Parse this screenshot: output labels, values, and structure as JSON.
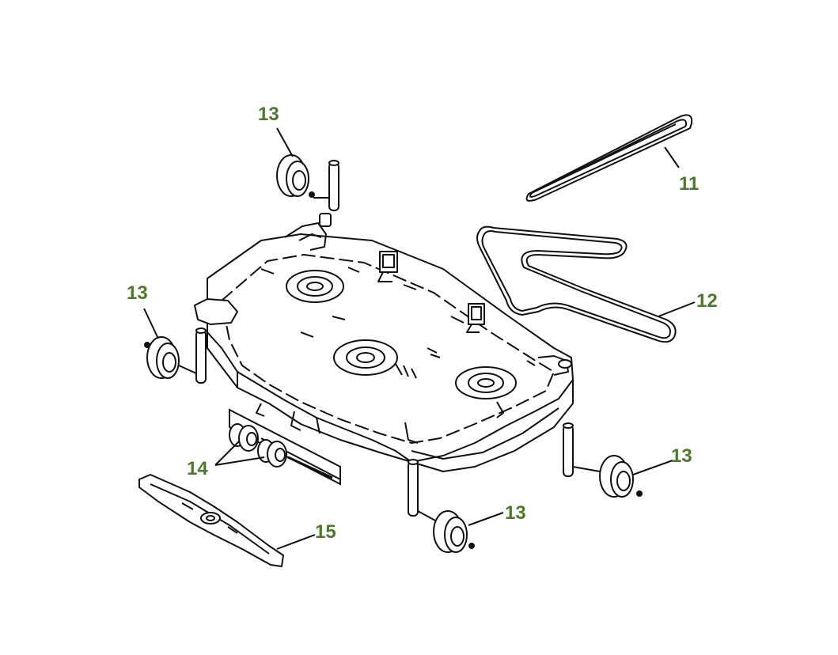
{
  "colors": {
    "callout_text": "#4d7a2a",
    "line_art": "#111111",
    "background": "#ffffff"
  },
  "callouts": [
    {
      "id": "wheel-top",
      "label": "13"
    },
    {
      "id": "belt-small",
      "label": "11"
    },
    {
      "id": "belt-large",
      "label": "12"
    },
    {
      "id": "wheel-left",
      "label": "13"
    },
    {
      "id": "wheel-right",
      "label": "13"
    },
    {
      "id": "rollers",
      "label": "14"
    },
    {
      "id": "wheel-bottom",
      "label": "13"
    },
    {
      "id": "blade",
      "label": "15"
    }
  ]
}
